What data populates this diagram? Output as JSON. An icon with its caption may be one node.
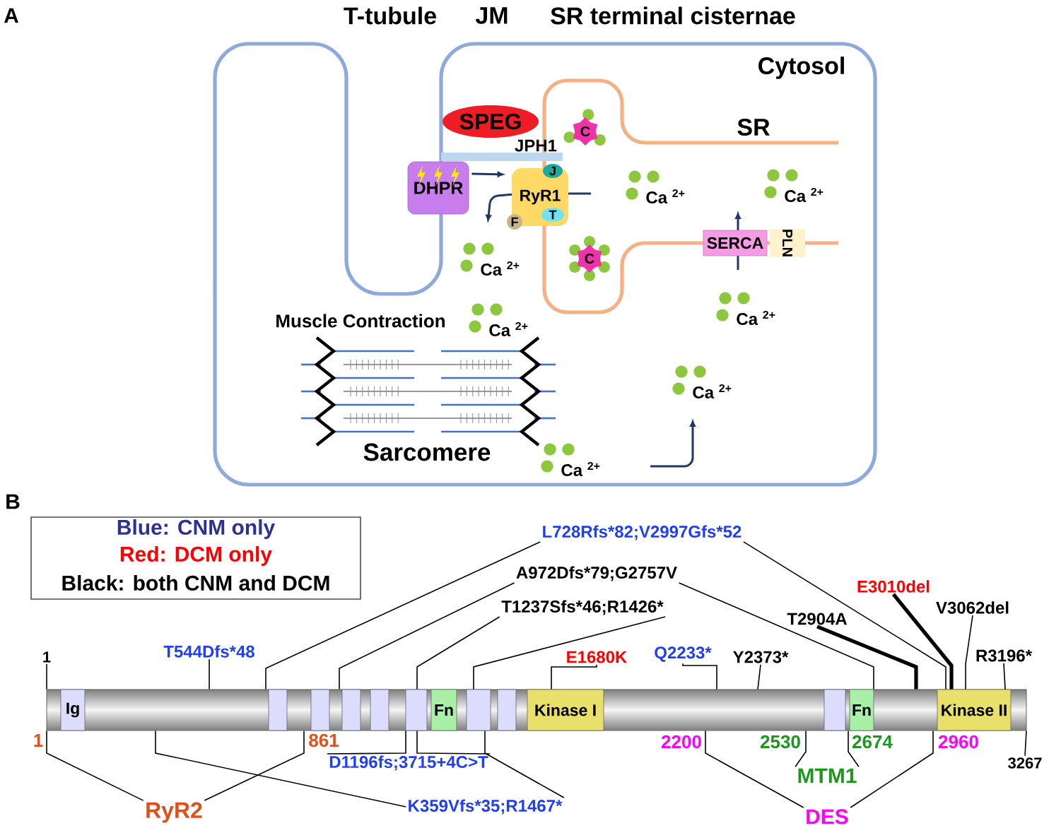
{
  "diagram": {
    "nodes": [
      {
        "text": [
          "SPEG"
        ]
      },
      {
        "text": [
          "JPH1"
        ]
      },
      {
        "text": [
          "DHPR"
        ]
      },
      {
        "text": [
          "RyR1"
        ]
      },
      {
        "text": [
          "J"
        ]
      },
      {
        "text": [
          "F"
        ]
      },
      {
        "text": [
          "T"
        ],
        "in": 3
      },
      {
        "text": [
          "C"
        ]
      },
      {
        "text": [
          "C"
        ]
      },
      {
        "text": [
          "SERCA"
        ]
      },
      {
        "text": [
          "PLN"
        ]
      },
      {
        "text": [
          "1"
        ]
      },
      {
        "text": [
          "T544Dfs*48"
        ]
      },
      {
        "text": [
          "L728Rfs*82;V2997Gfs*52"
        ]
      },
      {
        "text": [
          "A972Dfs*79;G2757V"
        ]
      },
      {
        "text": [
          "T1237Sfs*46;R1426*"
        ]
      },
      {
        "text": [
          "E1680K"
        ]
      },
      {
        "text": [
          "Q2233*"
        ]
      },
      {
        "text": [
          "Y2373*"
        ]
      },
      {
        "text": [
          "T2904A"
        ]
      },
      {
        "text": [
          "E3010del"
        ]
      },
      {
        "text": [
          "V3062del"
        ]
      },
      {
        "text": [
          "R3196*"
        ]
      },
      {
        "text": [],
        "shape": "bar"
      },
      {
        "text": [
          "Ig"
        ],
        "in": 23
      },
      {
        "text": [],
        "shape": "box",
        "in": 23
      },
      {
        "text": [],
        "shape": "box",
        "in": 23
      },
      {
        "text": [],
        "shape": "box",
        "in": 23
      },
      {
        "text": [],
        "shape": "box",
        "in": 23
      },
      {
        "text": [],
        "shape": "box",
        "in": 23
      },
      {
        "text": [
          "Fn"
        ],
        "in": 23
      },
      {
        "text": [],
        "shape": "box",
        "in": 23
      },
      {
        "text": [],
        "shape": "box",
        "in": 23
      },
      {
        "text": [
          "Kinase I"
        ],
        "in": 23
      },
      {
        "text": [],
        "shape": "box",
        "in": 23
      },
      {
        "text": [
          "Fn"
        ],
        "in": 23
      },
      {
        "text": [
          "Kinase II"
        ],
        "in": 23
      },
      {
        "text": [
          "D1196fs;3715+4C>T"
        ]
      },
      {
        "text": [
          "K359Vfs*35;R1467*"
        ]
      },
      {
        "text": [
          "3267"
        ]
      },
      {
        "text": [
          "RyR2"
        ]
      },
      {
        "text": [
          "MTM1"
        ]
      },
      {
        "text": [
          "DES"
        ]
      }
    ],
    "edges": [
      {
        "from": 2,
        "to": 3,
        "arrow": "to",
        "color": "#1f3864"
      },
      {
        "from": 11,
        "to": 23,
        "arrow": "none"
      },
      {
        "from": 12,
        "to": 23,
        "arrow": "none"
      },
      {
        "from": 13,
        "to": 23,
        "arrow": "none"
      },
      {
        "from": 13,
        "to": 23,
        "arrow": "none"
      },
      {
        "from": 14,
        "to": 23,
        "arrow": "none"
      },
      {
        "from": 14,
        "to": 23,
        "arrow": "none"
      },
      {
        "from": 15,
        "to": 23,
        "arrow": "none"
      },
      {
        "from": 15,
        "to": 23,
        "arrow": "none"
      },
      {
        "from": 16,
        "to": 23,
        "arrow": "none"
      },
      {
        "from": 17,
        "to": 23,
        "arrow": "none"
      },
      {
        "from": 18,
        "to": 23,
        "arrow": "none"
      },
      {
        "from": 19,
        "to": 23,
        "arrow": "none",
        "style": "thick"
      },
      {
        "from": 20,
        "to": 23,
        "arrow": "none",
        "style": "thick"
      },
      {
        "from": 21,
        "to": 23,
        "arrow": "none"
      },
      {
        "from": 22,
        "to": 23,
        "arrow": "none"
      },
      {
        "from": 37,
        "to": 23,
        "arrow": "none"
      },
      {
        "from": 37,
        "to": 23,
        "arrow": "none"
      },
      {
        "from": 38,
        "to": 23,
        "arrow": "none"
      },
      {
        "from": 38,
        "to": 23,
        "arrow": "none"
      },
      {
        "from": 39,
        "to": 23,
        "arrow": "none"
      },
      {
        "from": 40,
        "to": 23,
        "arrow": "none"
      },
      {
        "from": 40,
        "to": 23,
        "arrow": "none"
      },
      {
        "from": 41,
        "to": 23,
        "arrow": "none"
      },
      {
        "from": 41,
        "to": 23,
        "arrow": "none"
      },
      {
        "from": 42,
        "to": 23,
        "arrow": "none"
      },
      {
        "from": 42,
        "to": 23,
        "arrow": "none"
      }
    ],
    "labels": [
      "A",
      "T-tubule",
      "JM",
      "SR terminal cisternae",
      "Cytosol",
      "SR",
      "Ca $^{2+}$",
      "Ca $^{2+}$",
      "Ca $^{2+}$",
      "Muscle Contraction",
      "Ca $^{2+}$",
      "Ca $^{2+}$",
      "Ca $^{2+}$",
      "Sarcomere",
      "Ca $^{2+}$",
      "B",
      "1",
      "861",
      "2200",
      "2530",
      "2674",
      "2960"
    ],
    "legend": [
      {
        "text": "Blue: CNM only",
        "color": "#2e3192"
      },
      {
        "text": "Red: DCM only",
        "color": "#ff0000"
      },
      {
        "text": "Black: both CNM and DCM",
        "color": "#000000"
      }
    ]
  }
}
